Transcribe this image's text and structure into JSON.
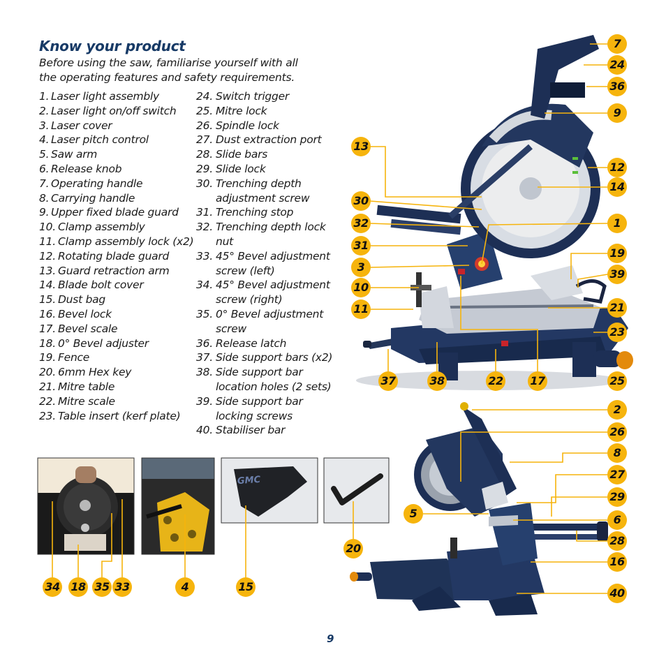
{
  "title": "Know your product",
  "intro": "Before using the saw, familiarise yourself with all the operating features and safety requirements.",
  "parts_left": [
    {
      "n": "1.",
      "t": "Laser light assembly"
    },
    {
      "n": "2.",
      "t": "Laser light on/off switch"
    },
    {
      "n": "3.",
      "t": "Laser cover"
    },
    {
      "n": "4.",
      "t": "Laser pitch control"
    },
    {
      "n": "5.",
      "t": "Saw arm"
    },
    {
      "n": "6.",
      "t": "Release knob"
    },
    {
      "n": "7.",
      "t": "Operating handle"
    },
    {
      "n": "8.",
      "t": "Carrying handle"
    },
    {
      "n": "9.",
      "t": "Upper fixed blade guard"
    },
    {
      "n": "10.",
      "t": "Clamp assembly"
    },
    {
      "n": "11.",
      "t": "Clamp assembly lock (x2)"
    },
    {
      "n": "12.",
      "t": "Rotating blade guard"
    },
    {
      "n": "13.",
      "t": "Guard retraction arm"
    },
    {
      "n": "14.",
      "t": "Blade bolt cover"
    },
    {
      "n": "15.",
      "t": "Dust bag"
    },
    {
      "n": "16.",
      "t": "Bevel lock"
    },
    {
      "n": "17.",
      "t": "Bevel scale"
    },
    {
      "n": "18.",
      "t": "0° Bevel adjuster"
    },
    {
      "n": "19.",
      "t": "Fence"
    },
    {
      "n": "20.",
      "t": "6mm Hex key"
    },
    {
      "n": "21.",
      "t": "Mitre table"
    },
    {
      "n": "22.",
      "t": "Mitre scale"
    },
    {
      "n": "23.",
      "t": "Table insert (kerf plate)"
    }
  ],
  "parts_right": [
    {
      "n": "24.",
      "t": "Switch trigger"
    },
    {
      "n": "25.",
      "t": "Mitre lock"
    },
    {
      "n": "26.",
      "t": "Spindle lock"
    },
    {
      "n": "27.",
      "t": "Dust extraction port"
    },
    {
      "n": "28.",
      "t": "Slide bars"
    },
    {
      "n": "29.",
      "t": "Slide lock"
    },
    {
      "n": "30.",
      "t": "Trenching depth adjustment screw"
    },
    {
      "n": "31.",
      "t": "Trenching stop"
    },
    {
      "n": "32.",
      "t": "Trenching depth lock nut"
    },
    {
      "n": "33.",
      "t": "45° Bevel adjustment screw (left)"
    },
    {
      "n": "34.",
      "t": "45° Bevel adjustment screw (right)"
    },
    {
      "n": "35.",
      "t": "0° Bevel adjustment screw"
    },
    {
      "n": "36.",
      "t": "Release latch"
    },
    {
      "n": "37.",
      "t": "Side support bars (x2)"
    },
    {
      "n": "38.",
      "t": "Side support bar location holes (2 sets)"
    },
    {
      "n": "39.",
      "t": "Side support bar locking screws"
    },
    {
      "n": "40.",
      "t": "Stabiliser bar"
    }
  ],
  "callouts": {
    "c7": "7",
    "c24": "24",
    "c36": "36",
    "c9": "9",
    "c13": "13",
    "c12": "12",
    "c14": "14",
    "c30": "30",
    "c32": "32",
    "c1": "1",
    "c31": "31",
    "c19": "19",
    "c3": "3",
    "c39": "39",
    "c10": "10",
    "c11": "11",
    "c21": "21",
    "c23": "23",
    "c37": "37",
    "c38": "38",
    "c22": "22",
    "c17": "17",
    "c25": "25",
    "c2": "2",
    "c26": "26",
    "c8": "8",
    "c27": "27",
    "c29": "29",
    "c5": "5",
    "c6": "6",
    "c28": "28",
    "c20": "20",
    "c16": "16",
    "c40": "40",
    "c34": "34",
    "c18": "18",
    "c35": "35",
    "c33": "33",
    "c4": "4",
    "c15": "15"
  },
  "dust_bag_brand": "GMC",
  "page_number": "9",
  "colors": {
    "callout": "#f6b40d",
    "leader": "#f6b40d",
    "title": "#173a66",
    "saw_blue": "#1f3357"
  }
}
